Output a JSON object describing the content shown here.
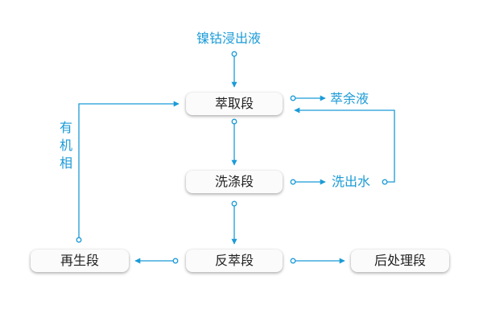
{
  "colors": {
    "accent": "#1b9bd7",
    "box_text": "#222222",
    "box_fill": "#fbfbfb"
  },
  "nodes": {
    "leach_liquor": "镍钴浸出液",
    "extraction": "萃取段",
    "raffinate": "萃余液",
    "scrubbing": "洗涤段",
    "scrub_water": "洗出水",
    "regeneration": "再生段",
    "stripping": "反萃段",
    "post_treatment": "后处理段",
    "organic_phase": "有机相"
  }
}
